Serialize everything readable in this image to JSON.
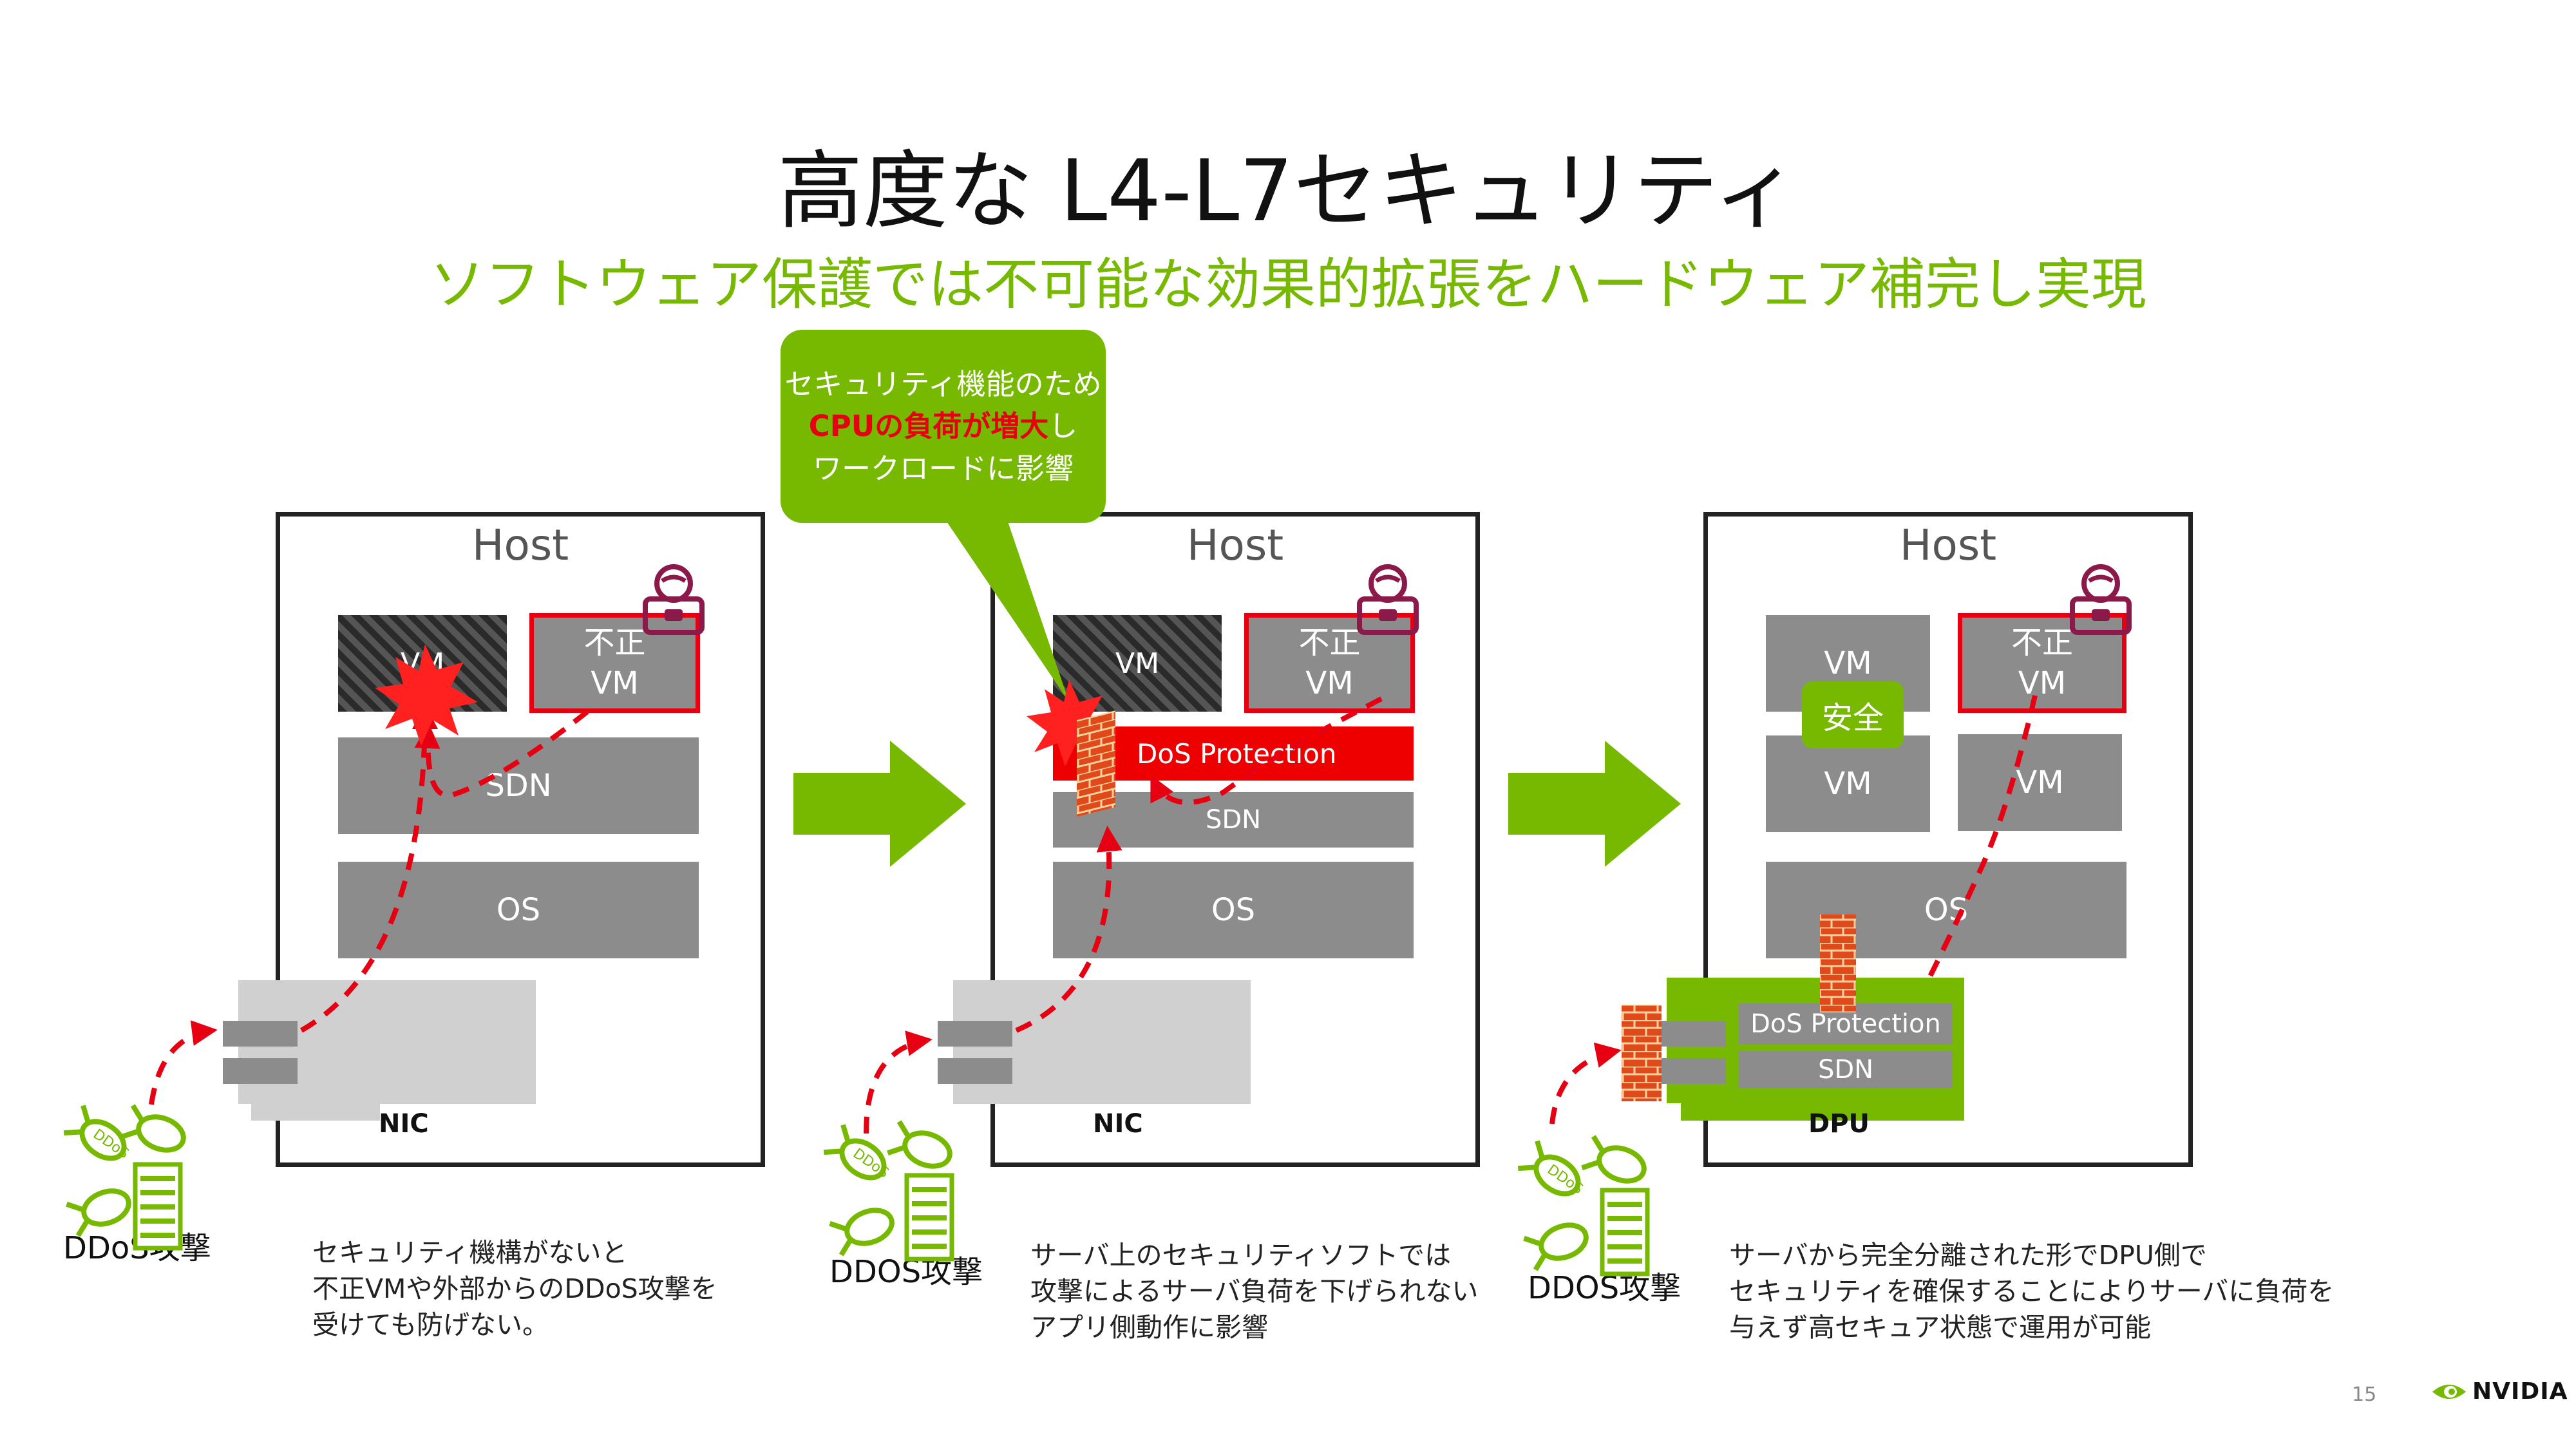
{
  "title": "高度な L4-L7セキュリティ",
  "subtitle": "ソフトウェア保護では不可能な効果的拡張をハードウェア補完し実現",
  "callout": {
    "line1": "セキュリティ機能のため",
    "line2_highlight": "CPUの負荷が増大",
    "line2_rest": "し",
    "line3": "ワークロードに影響"
  },
  "panels": [
    {
      "host_label": "Host",
      "vm_label": "VM",
      "rogue_line1": "不正",
      "rogue_line2": "VM",
      "sdn_label": "SDN",
      "os_label": "OS",
      "nic_label": "NIC",
      "attack_label": "DDoS攻撃",
      "caption": [
        "セキュリティ機構がないと",
        "不正VMや外部からのDDoS攻撃を",
        "受けても防げない。"
      ]
    },
    {
      "host_label": "Host",
      "vm_label": "VM",
      "rogue_line1": "不正",
      "rogue_line2": "VM",
      "dos_label": "DoS Protection",
      "sdn_label": "SDN",
      "os_label": "OS",
      "nic_label": "NIC",
      "attack_label": "DDOS攻撃",
      "caption": [
        "サーバ上のセキュリティソフトでは",
        "攻撃によるサーバ負荷を下げられない",
        "アプリ側動作に影響"
      ]
    },
    {
      "host_label": "Host",
      "vm_label": "VM",
      "vm2_label": "VM",
      "vm3_label": "VM",
      "safe_label": "安全",
      "rogue_line1": "不正",
      "rogue_line2": "VM",
      "os_label": "OS",
      "dos_label": "DoS Protection",
      "sdn_label": "SDN",
      "dpu_label": "DPU",
      "attack_label": "DDOS攻撃",
      "caption": [
        "サーバから完全分離された形でDPU側で",
        "セキュリティを確保することによりサーバに負荷を",
        "与えず高セキュア状態で運用が可能"
      ]
    }
  ],
  "bomb_label": "DDoS",
  "page_number": "15",
  "logo_text": "NVIDIA",
  "colors": {
    "accent": "#76b900",
    "alert": "#e60012",
    "block": "#8c8c8c"
  },
  "icons": [
    "hacker-icon",
    "ddos-bomb-icon",
    "server-rack-icon",
    "firewall-icon",
    "explosion-icon",
    "arrow-right-icon",
    "nvidia-eye-icon"
  ]
}
